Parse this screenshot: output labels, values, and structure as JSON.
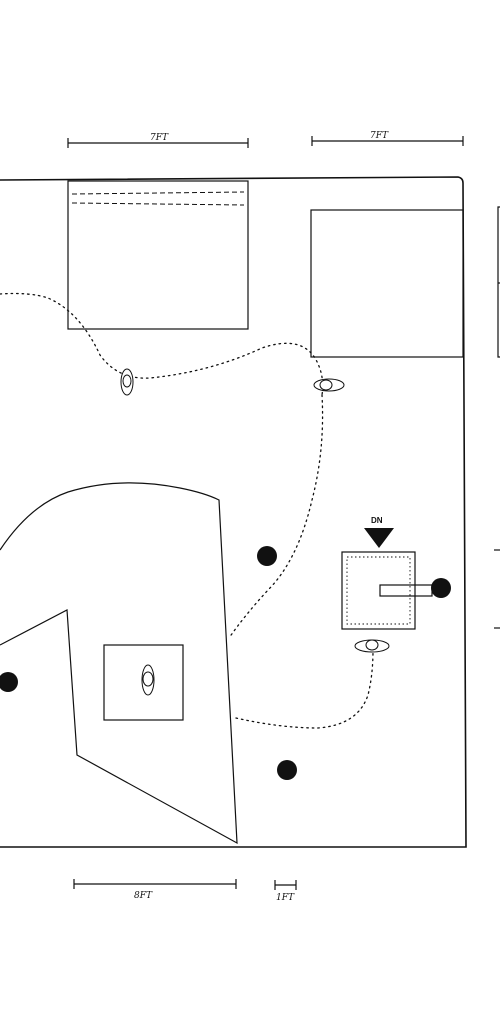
{
  "dimensions": {
    "top_left": "7FT",
    "top_right": "7FT",
    "bottom_left": "8FT",
    "bottom_right": "1FT"
  },
  "labels": {
    "stair_direction": "DN"
  },
  "icons": {
    "light": "filled-circle",
    "actor": "overhead-figure",
    "direction": "down-triangle"
  }
}
